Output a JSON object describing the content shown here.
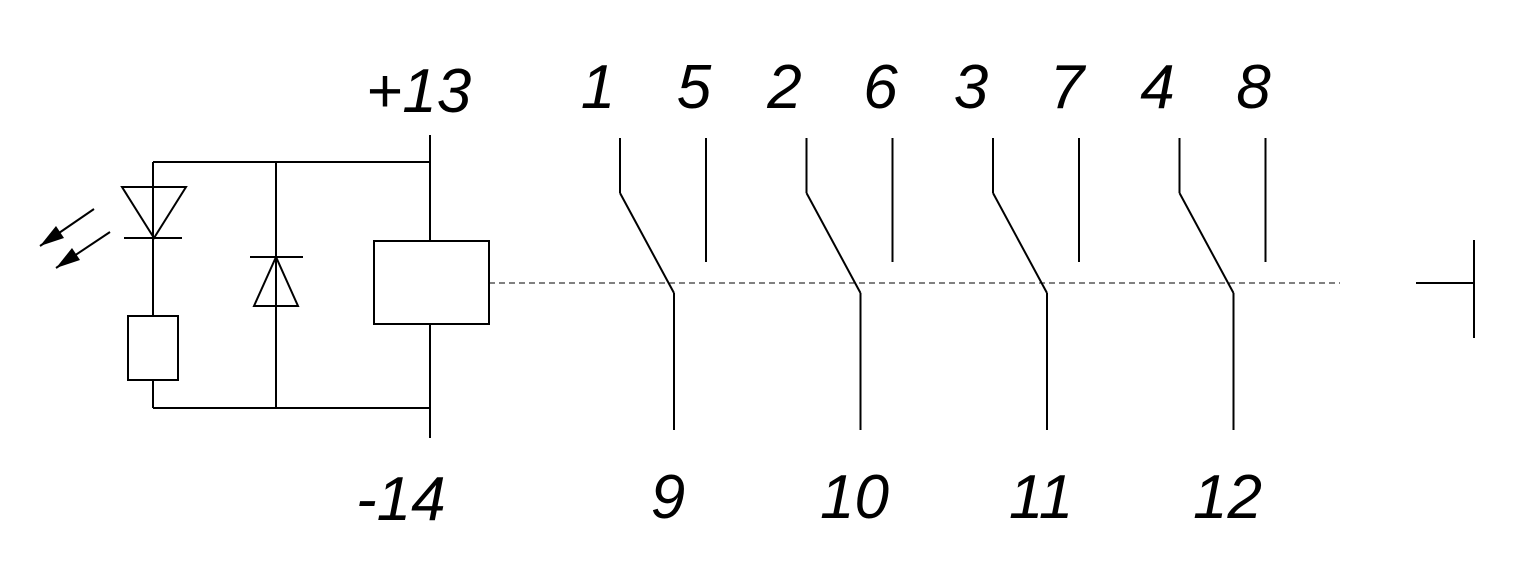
{
  "coil_terminals": {
    "plus": "+13",
    "minus": "-14"
  },
  "contact_groups": [
    {
      "common": "9",
      "nc": "1",
      "no": "5"
    },
    {
      "common": "10",
      "nc": "2",
      "no": "6"
    },
    {
      "common": "11",
      "nc": "3",
      "no": "7"
    },
    {
      "common": "12",
      "nc": "4",
      "no": "8"
    }
  ],
  "icons": {
    "led": "led-icon",
    "diode": "diode-icon",
    "resistor": "resistor-icon",
    "relay_coil": "relay-coil-icon",
    "manual_actuator": "manual-actuator-icon"
  }
}
